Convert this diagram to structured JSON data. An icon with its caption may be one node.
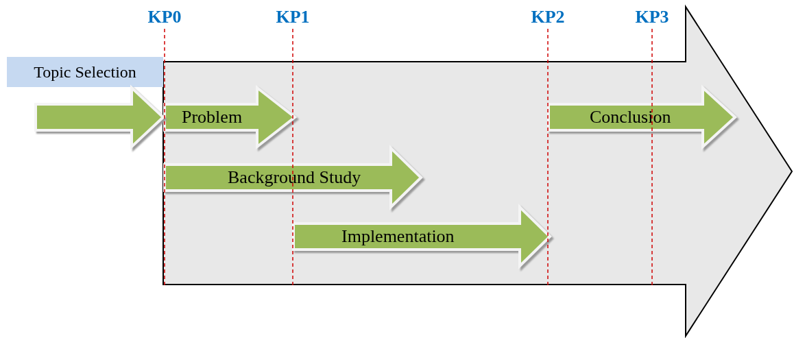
{
  "diagram": {
    "nodes": [
      {
        "text": [],
        "shape": "arrow"
      },
      {
        "text": [
          "Topic Selection"
        ]
      },
      {
        "text": [],
        "shape": "arrow"
      },
      {
        "text": [
          "Problem"
        ],
        "in": 0
      },
      {
        "text": [
          "Background Study"
        ],
        "in": 0
      },
      {
        "text": [
          "Implementation"
        ],
        "in": 0
      },
      {
        "text": [
          "Conclusion"
        ],
        "in": 0
      }
    ],
    "edges": [],
    "labels": [
      "KP0",
      "KP1",
      "KP2",
      "KP3"
    ]
  }
}
